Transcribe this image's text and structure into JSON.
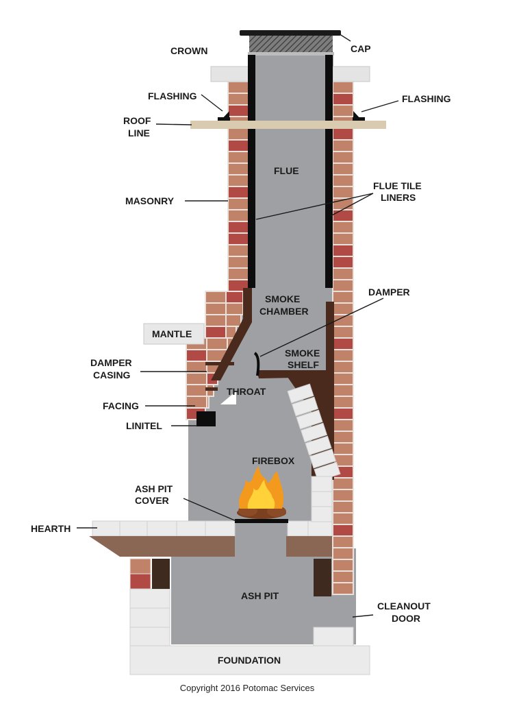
{
  "diagram": {
    "labels": {
      "cap": "CAP",
      "crown": "CROWN",
      "flashing_left": "FLASHING",
      "flashing_right": "FLASHING",
      "roof_line_1": "ROOF",
      "roof_line_2": "LINE",
      "flue": "FLUE",
      "masonry": "MASONRY",
      "flue_tile_liners_1": "FLUE TILE",
      "flue_tile_liners_2": "LINERS",
      "damper": "DAMPER",
      "smoke_chamber_1": "SMOKE",
      "smoke_chamber_2": "CHAMBER",
      "mantle": "MANTLE",
      "smoke_shelf_1": "SMOKE",
      "smoke_shelf_2": "SHELF",
      "damper_casing_1": "DAMPER",
      "damper_casing_2": "CASING",
      "throat": "THROAT",
      "facing": "FACING",
      "linitel": "LINITEL",
      "firebox": "FIREBOX",
      "ash_pit_cover_1": "ASH PIT",
      "ash_pit_cover_2": "COVER",
      "hearth": "HEARTH",
      "ash_pit": "ASH PIT",
      "cleanout_door_1": "CLEANOUT",
      "cleanout_door_2": "DOOR",
      "foundation": "FOUNDATION"
    },
    "copyright": "Copyright 2016 Potomac Services",
    "colors": {
      "interior_gray": "#9fa0a3",
      "brick_tan": "#c1826a",
      "brick_red": "#b14a45",
      "mortar": "#e9e2dc",
      "liner_black": "#0d0d0d",
      "dark_brown": "#4a2a1c",
      "hearth_brown": "#8a6654",
      "roof_beige": "#d8cbb0",
      "light_stone": "#ebebeb",
      "crown_gray": "#e4e4e4",
      "flame_orange": "#f39a1e",
      "flame_yellow": "#ffd23a",
      "log_brown": "#7a4020"
    }
  }
}
